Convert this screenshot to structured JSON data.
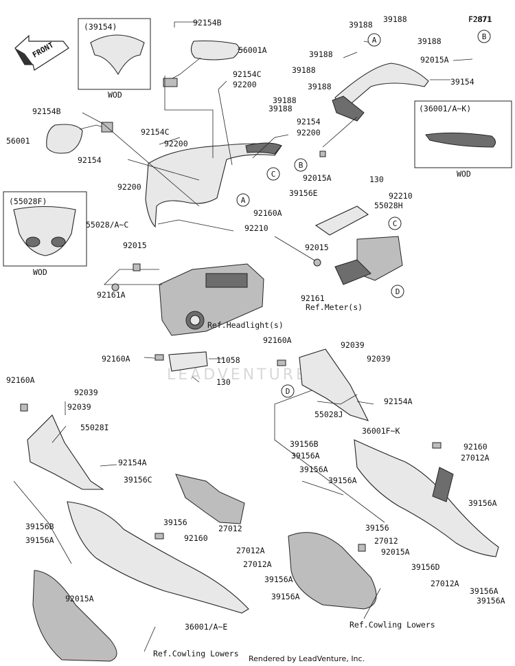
{
  "diagram_code": "F2871",
  "front_label": "FRONT",
  "watermark": "LEADVENTURE",
  "credit": "Rendered by LeadVenture, Inc.",
  "callouts": [
    "A",
    "B",
    "C",
    "D"
  ],
  "inset_boxes": [
    {
      "title": "(39154)",
      "caption": "WOD"
    },
    {
      "title": "(55028F)",
      "caption": "WOD"
    },
    {
      "title": "(36001/A~K)",
      "caption": "WOD"
    }
  ],
  "part_labels": [
    "92154B",
    "56001A",
    "92154C",
    "92200",
    "39188",
    "39188",
    "39188",
    "F2871",
    "39188",
    "39188",
    "39188",
    "92015A",
    "39154",
    "39188",
    "39188",
    "92154B",
    "56001",
    "92154C",
    "92200",
    "92154",
    "92200",
    "92154",
    "92200",
    "92015A",
    "130",
    "92210",
    "39156E",
    "92160A",
    "55028H",
    "55028/A~C",
    "92210",
    "92015",
    "92015",
    "92161A",
    "92161",
    "Ref.Meter(s)",
    "Ref.Headlight(s)",
    "92160A",
    "92039",
    "92039",
    "92160A",
    "11058",
    "130",
    "92160A",
    "92039",
    "92039",
    "55028I",
    "92154A",
    "55028J",
    "92154A",
    "39156C",
    "39156B",
    "36001F~K",
    "92160",
    "39156A",
    "39156A",
    "27012A",
    "39156B",
    "39156A",
    "39156A",
    "39156A",
    "39156",
    "27012",
    "92160",
    "27012A",
    "27012A",
    "39156",
    "27012",
    "92015A",
    "39156D",
    "27012A",
    "39156A",
    "39156A",
    "39156A",
    "92015A",
    "39156A",
    "36001/A~E",
    "Ref.Cowling Lowers",
    "Ref.Cowling Lowers"
  ]
}
